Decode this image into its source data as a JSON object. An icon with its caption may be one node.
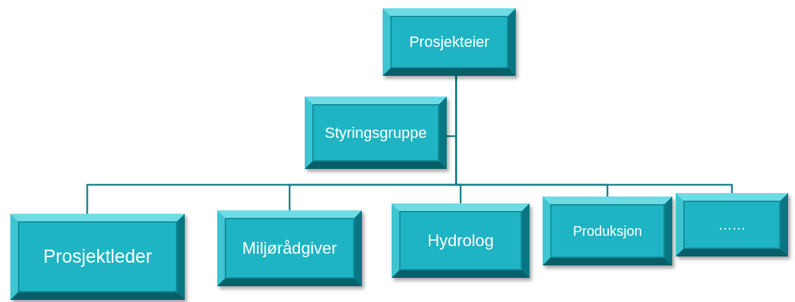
{
  "diagram": {
    "nodes": [
      {
        "text": [
          "Prosjekteier"
        ]
      },
      {
        "text": [
          "Styringsgruppe"
        ]
      },
      {
        "text": [
          "Prosjektleder"
        ]
      },
      {
        "text": [
          "Miljørådgiver"
        ]
      },
      {
        "text": [
          "Hydrolog"
        ]
      },
      {
        "text": [
          "Produksjon"
        ]
      },
      {
        "text": [
          "……"
        ]
      }
    ],
    "edges": [
      {
        "from": 0,
        "to": 1,
        "arrow": "none"
      },
      {
        "from": 0,
        "to": 2,
        "arrow": "none"
      },
      {
        "from": 0,
        "to": 3,
        "arrow": "none"
      },
      {
        "from": 0,
        "to": 4,
        "arrow": "none"
      },
      {
        "from": 0,
        "to": 5,
        "arrow": "none"
      },
      {
        "from": 0,
        "to": 6,
        "arrow": "none"
      }
    ]
  }
}
